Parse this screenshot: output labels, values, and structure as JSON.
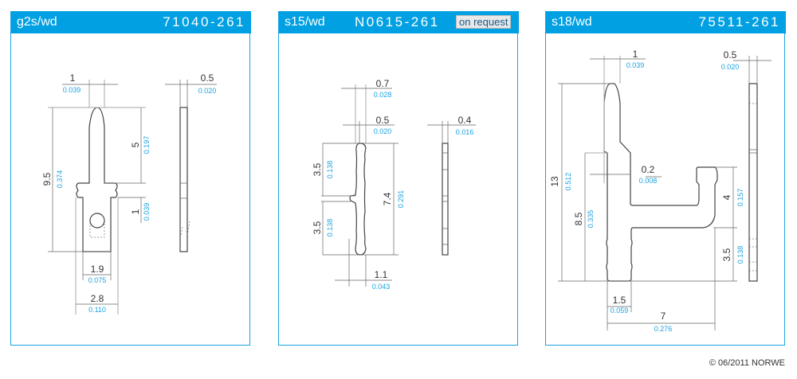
{
  "panels": [
    {
      "name": "g2s/wd",
      "code": "71040-261",
      "dims": {
        "top_w": "1",
        "top_w_in": "0.039",
        "thick": "0.5",
        "thick_in": "0.020",
        "total": "9.5",
        "total_in": "0.374",
        "pin": "5",
        "pin_in": "0.197",
        "flange": "1",
        "flange_in": "0.039",
        "inner_w": "1.9",
        "inner_w_in": "0.075",
        "outer_w": "2.8",
        "outer_w_in": "0.110"
      }
    },
    {
      "name": "s15/wd",
      "code": "N0615-261",
      "badge": "on request",
      "dims": {
        "flange_w": "0.7",
        "flange_w_in": "0.028",
        "pin_w": "0.5",
        "pin_w_in": "0.020",
        "upper": "3.5",
        "upper_in": "0.138",
        "lower": "3.5",
        "lower_in": "0.138",
        "total": "7.4",
        "total_in": "0.291",
        "width": "1.1",
        "width_in": "0.043",
        "thick": "0.4",
        "thick_in": "0.016"
      }
    },
    {
      "name": "s18/wd",
      "code": "75511-261",
      "dims": {
        "top_w": "1",
        "top_w_in": "0.039",
        "thick": "0.5",
        "thick_in": "0.020",
        "total": "13",
        "total_in": "0.512",
        "mid": "8.5",
        "mid_in": "0.335",
        "step": "0.2",
        "step_in": "0.008",
        "arm": "4",
        "arm_in": "0.157",
        "base": "3.5",
        "base_in": "0.138",
        "foot": "1.5",
        "foot_in": "0.059",
        "reach": "7",
        "reach_in": "0.276"
      }
    }
  ],
  "footer": {
    "copyright": "© 06/2011 NORWE"
  }
}
